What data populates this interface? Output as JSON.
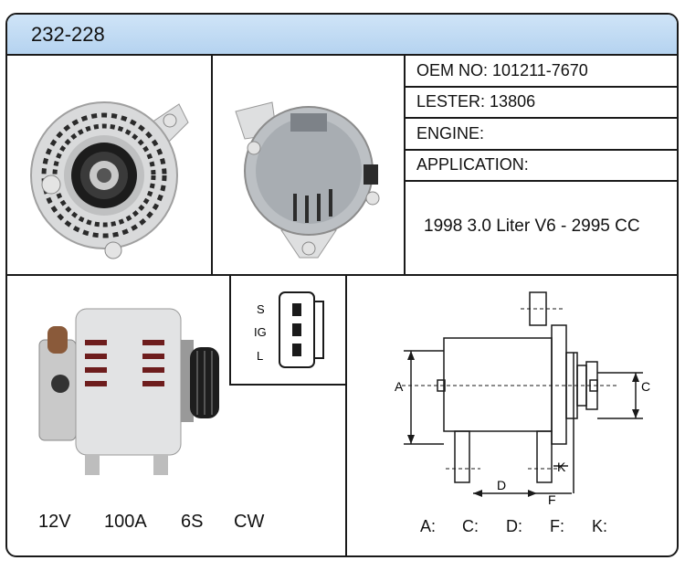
{
  "header": {
    "part_number": "232-228"
  },
  "info": {
    "oem": {
      "label": "OEM NO:",
      "value": "101211-7670"
    },
    "lester": {
      "label": "LESTER:",
      "value": "13806"
    },
    "engine": {
      "label": "ENGINE:",
      "value": ""
    },
    "application": {
      "label": "APPLICATION:",
      "value": "1998 3.0 Liter V6 - 2995 CC"
    }
  },
  "specs": {
    "voltage": "12V",
    "amperage": "100A",
    "pulley": "6S",
    "rotation": "CW"
  },
  "plug": {
    "pins": [
      "S",
      "IG",
      "L"
    ]
  },
  "dimensions": {
    "diagram_labels": {
      "a": "A",
      "c": "C",
      "d": "D",
      "f": "F",
      "k": "K"
    },
    "legend": [
      "A:",
      "C:",
      "D:",
      "F:",
      "K:"
    ]
  },
  "colors": {
    "header_bg": "#b5d3f0",
    "border": "#1a1a1a",
    "body_metal": "#d9dadb",
    "dark_metal": "#222222"
  }
}
